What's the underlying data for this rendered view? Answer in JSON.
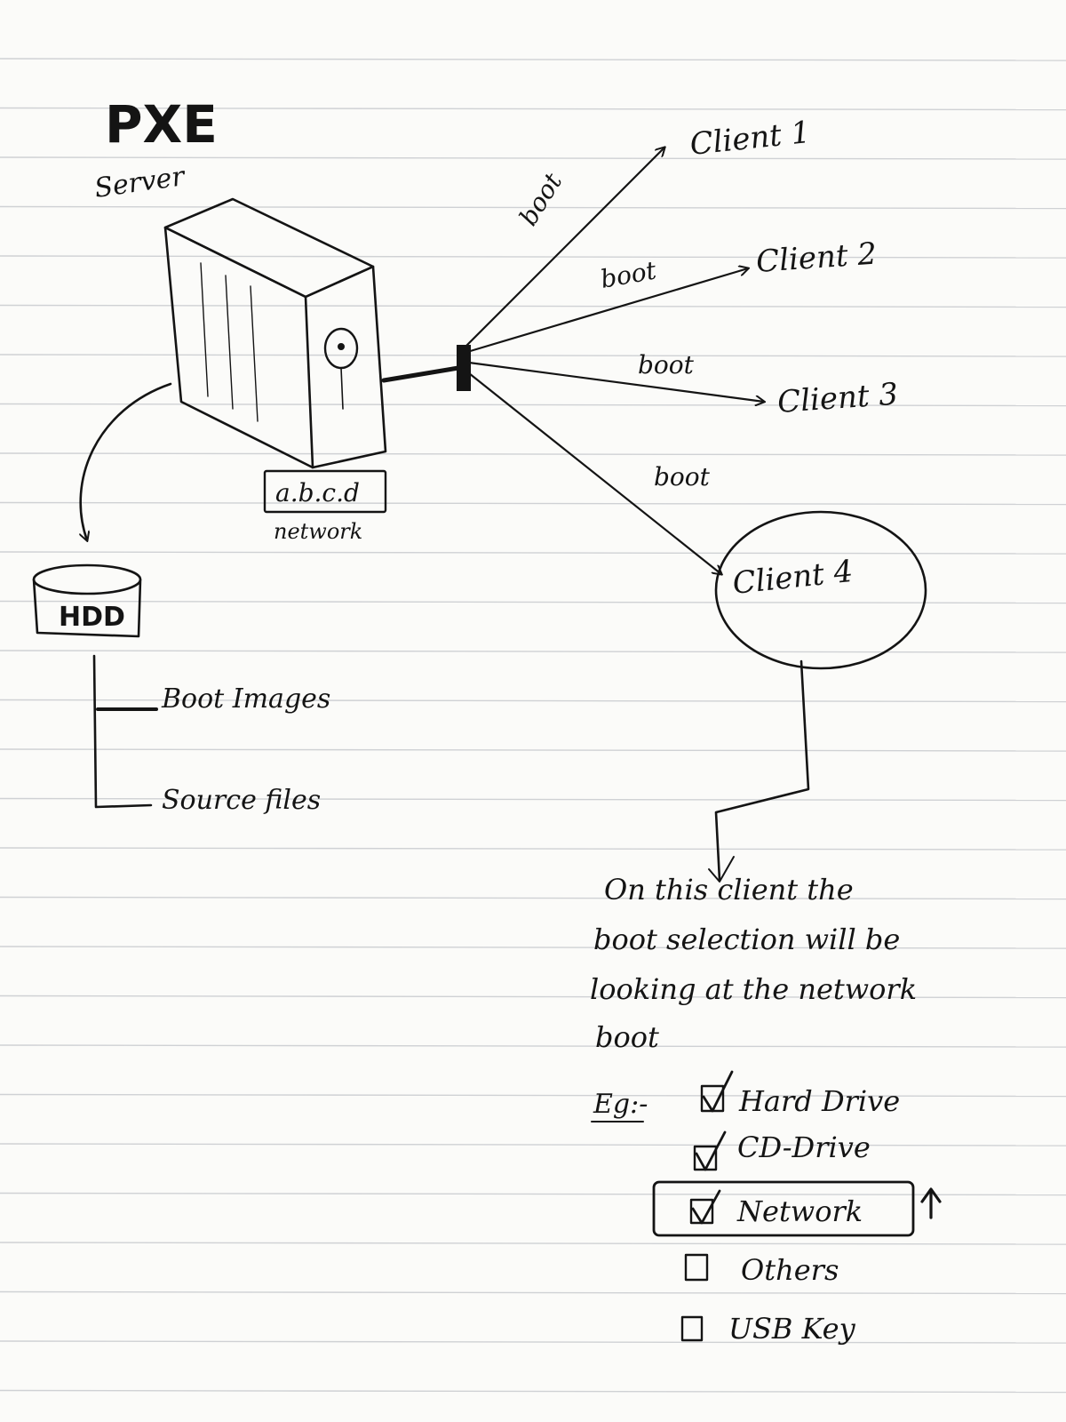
{
  "server": {
    "title": "PXE",
    "subtitle": "Server",
    "network_address": "a.b.c.d",
    "network_label": "network"
  },
  "storage": {
    "label": "HDD",
    "items": [
      "Boot Images",
      "Source files"
    ]
  },
  "connections": {
    "edge_label": "boot",
    "clients": [
      "Client 1",
      "Client 2",
      "Client 3",
      "Client 4"
    ]
  },
  "note": {
    "lines": [
      "On this client the",
      "boot selection will be",
      "looking at the network",
      "boot"
    ]
  },
  "example": {
    "prefix": "Eg:-",
    "options": [
      {
        "label": "Hard Drive",
        "checked": true,
        "highlighted": false
      },
      {
        "label": "CD-Drive",
        "checked": true,
        "highlighted": false
      },
      {
        "label": "Network",
        "checked": true,
        "highlighted": true
      },
      {
        "label": "Others",
        "checked": false,
        "highlighted": false
      },
      {
        "label": "USB Key",
        "checked": false,
        "highlighted": false
      }
    ]
  }
}
